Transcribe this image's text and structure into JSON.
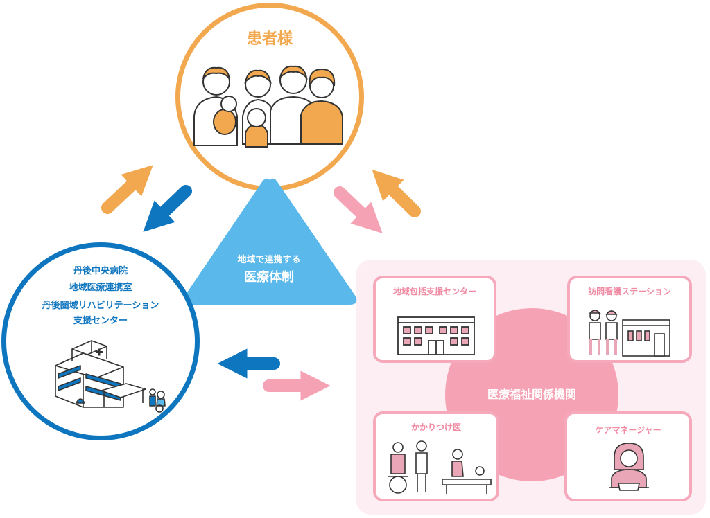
{
  "patient": {
    "label": "患者様"
  },
  "center": {
    "line1": "地域で連携する",
    "line2": "医療体制"
  },
  "hospital": {
    "line1": "丹後中央病院",
    "line2": "地域医療連携室",
    "line3": "丹後圏域リハビリテーション",
    "line4": "支援センター"
  },
  "welfare": {
    "hub": "医療福祉関係機関",
    "cards": [
      {
        "label": "地域包括支援センター"
      },
      {
        "label": "訪問看護ステーション"
      },
      {
        "label": "かかりつけ医"
      },
      {
        "label": "ケアマネージャー"
      }
    ]
  },
  "colors": {
    "orange": "#f2a84f",
    "blue": "#0e75bf",
    "lightblue": "#5bb8ea",
    "pink": "#f5a3b4",
    "pinkbg": "#fdeef3",
    "pinkborder": "#f5a9bb"
  }
}
